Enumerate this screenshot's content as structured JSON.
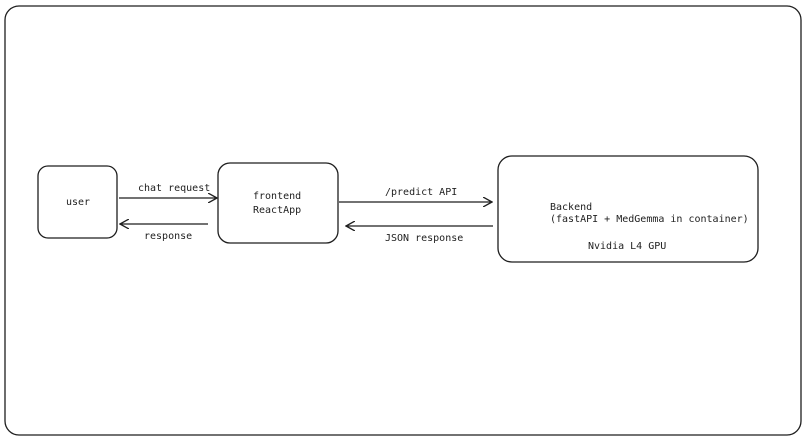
{
  "nodes": {
    "user": {
      "label": "user"
    },
    "frontend": {
      "line1": "frontend",
      "line2": "ReactApp"
    },
    "backend": {
      "line1": "Backend",
      "line2": "(fastAPI + MedGemma in container)",
      "line3": "Nvidia L4 GPU"
    }
  },
  "edges": {
    "chat_request": "chat request",
    "response": "response",
    "predict_api": "/predict API",
    "json_response": "JSON response"
  },
  "colors": {
    "stroke": "#1e1e1e",
    "background": "#ffffff"
  }
}
